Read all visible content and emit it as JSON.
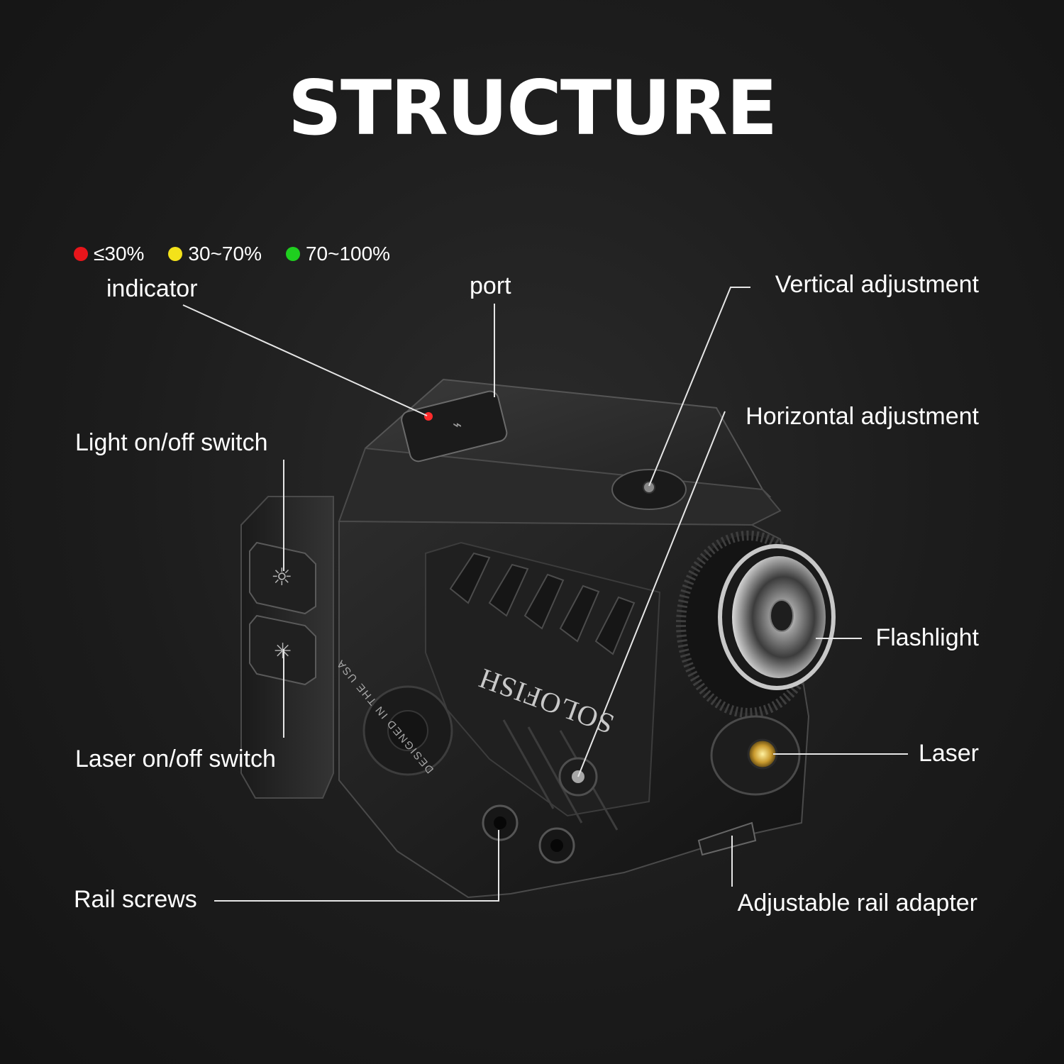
{
  "title": "STRUCTURE",
  "legend": [
    {
      "color": "#e8151b",
      "text": "≤30%"
    },
    {
      "color": "#f3e21a",
      "text": "30~70%"
    },
    {
      "color": "#1fcf1f",
      "text": "70~100%"
    }
  ],
  "labels": {
    "indicator": "indicator",
    "port": "port",
    "vertical": "Vertical adjustment",
    "horizontal": "Horizontal adjustment",
    "light_switch": "Light on/off switch",
    "flashlight": "Flashlight",
    "laser_switch": "Laser on/off switch",
    "laser": "Laser",
    "rail_screws": "Rail screws",
    "rail_adapter": "Adjustable rail adapter"
  },
  "brand": "SOLOFISH",
  "medallion": "DESIGNED IN THE USA"
}
